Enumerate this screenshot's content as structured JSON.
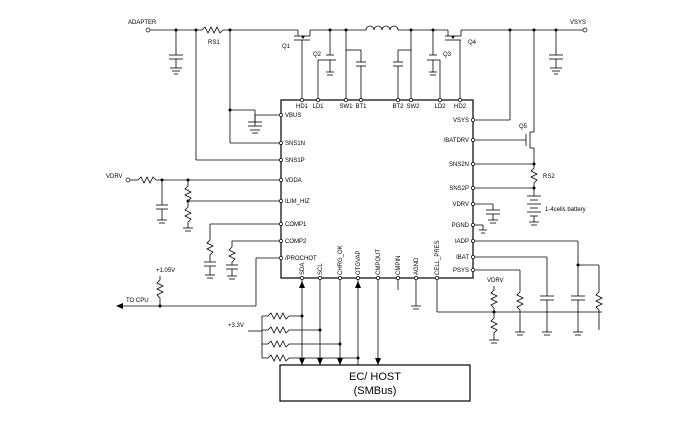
{
  "nets": {
    "adapter": "ADAPTER",
    "vsys_top": "VSYS",
    "vdrv_left": "VDRV",
    "vdrv_right": "VDRV",
    "v105": "+1.05V",
    "v33": "+3.3V",
    "to_cpu": "TO CPU"
  },
  "components": {
    "rs1": "RS1",
    "rs2": "RS2",
    "q1": "Q1",
    "q2": "Q2",
    "q3": "Q3",
    "q4": "Q4",
    "q5": "Q5",
    "battery": "1-4cells battery"
  },
  "ic": {
    "top_pins": [
      "HD1",
      "LD1",
      "SW1",
      "BT1",
      "BT2",
      "SW2",
      "LD2",
      "HD2"
    ],
    "left_pins": [
      "VBUS",
      "SNS1N",
      "SNS1P",
      "VDDA",
      "ILIM_HIZ",
      "COMP1",
      "COMP2",
      "/PROCHOT"
    ],
    "right_pins": [
      "VSYS",
      "/BATDRV",
      "SNS2N",
      "SNS2P",
      "VDRV",
      "PGND",
      "IADP",
      "IBAT",
      "PSYS"
    ],
    "bottom_pins": [
      "SDA",
      "SCL",
      "CHRG_OK",
      "OTGVAP",
      "CMPOUT",
      "CMPIN",
      "AGND",
      "CELL_PRES"
    ]
  },
  "host": {
    "title": "EC/ HOST",
    "subtitle": "(SMBus)"
  }
}
